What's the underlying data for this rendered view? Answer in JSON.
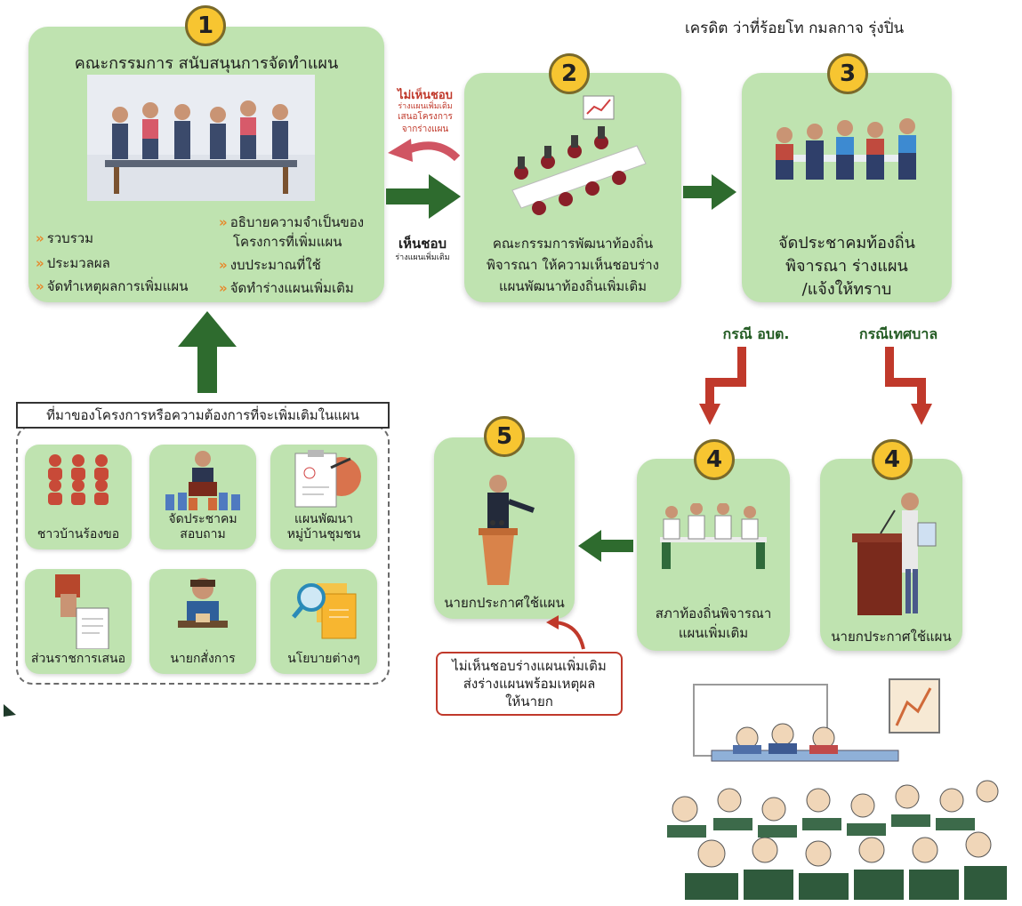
{
  "credit": "เครดิต ว่าที่ร้อยโท กมลกาจ  รุ่งปิ่น",
  "step1": {
    "number": "1",
    "title": "คณะกรรมการ สนับสนุนการจัดทำแผน",
    "left_items": [
      "รวบรวม",
      "ประมวลผล",
      "จัดทำเหตุผลการเพิ่มแผน"
    ],
    "right_items": [
      "อธิบายความจำเป็นของ",
      "โครงการที่เพิ่มแผน",
      "งบประมาณที่ใช้",
      "จัดทำร่างแผนเพิ่มเติม"
    ]
  },
  "reject_label": {
    "main": "ไม่เห็นชอบ",
    "sub1": "ร่างแผนเพิ่มเติม",
    "sub2": "เสนอโครงการ",
    "sub3": "จากร่างแผน"
  },
  "approve_label": {
    "main": "เห็นชอบ",
    "sub": "ร่างแผนเพิ่มเติม"
  },
  "step2": {
    "number": "2",
    "lines": [
      "คณะกรรมการพัฒนาท้องถิ่น",
      "พิจารณา ให้ความเห็นชอบร่าง",
      "แผนพัฒนาท้องถิ่นเพิ่มเติม"
    ]
  },
  "step3": {
    "number": "3",
    "lines": [
      "จัดประชาคมท้องถิ่น",
      "พิจารณา ร่างแผน",
      "/แจ้งให้ทราบ"
    ]
  },
  "case_obt": "กรณี อบต.",
  "case_municipality": "กรณีเทศบาล",
  "step4a": {
    "number": "4",
    "lines": [
      "สภาท้องถิ่นพิจารณา",
      "แผนเพิ่มเติม"
    ]
  },
  "step4b": {
    "number": "4",
    "lines": [
      "นายกประกาศใช้แผน"
    ]
  },
  "step5": {
    "number": "5",
    "lines": [
      "นายกประกาศใช้แผน"
    ]
  },
  "note": [
    "ไม่เห็นชอบร่างแผนเพิ่มเติม",
    "ส่งร่างแผนพร้อมเหตุผล",
    "ให้นายก"
  ],
  "sources": {
    "title": "ที่มาของโครงการหรือความต้องการที่จะเพิ่มเติมในแผน",
    "items": [
      [
        "ชาวบ้านร้องขอ"
      ],
      [
        "จัดประชาคม",
        "สอบถาม"
      ],
      [
        "แผนพัฒนา",
        "หมู่บ้านชุมชน"
      ],
      [
        "ส่วนราชการเสนอ"
      ],
      [
        "นายกสั่งการ"
      ],
      [
        "นโยบายต่างๆ"
      ]
    ]
  },
  "colors": {
    "card": "#bfe3b0",
    "badge": "#f7c531",
    "green_arrow": "#2e6b2e",
    "red_arrow": "#c0392b",
    "bullet": "#e68a2e"
  }
}
